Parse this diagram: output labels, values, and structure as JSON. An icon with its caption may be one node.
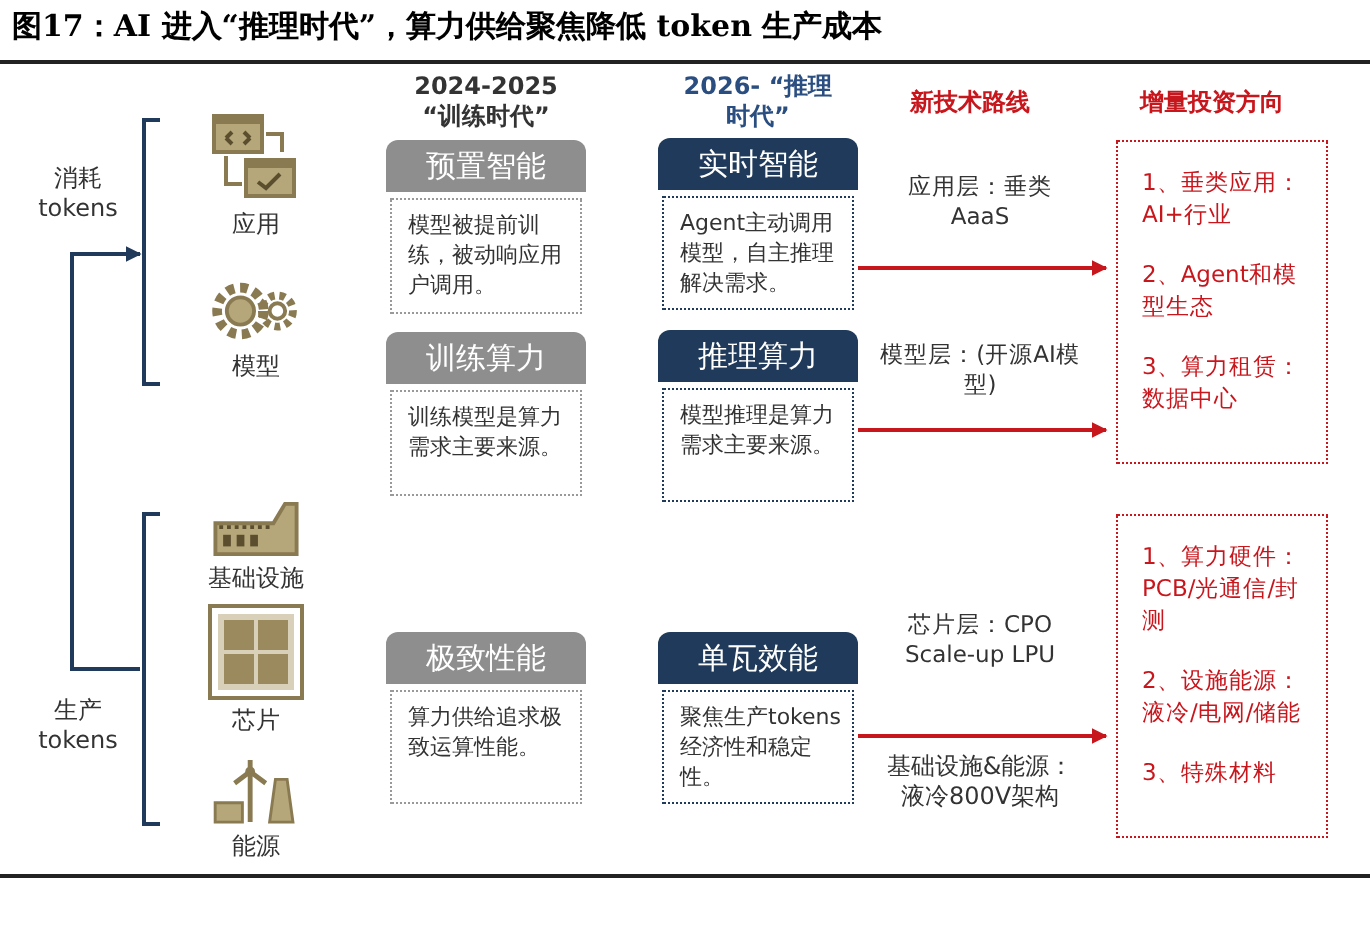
{
  "diagram": {
    "title": "图17：AI 进入“推理时代”，算力供给聚焦降低 token 生产成本",
    "nodes": [
      {
        "text": [],
        "shape": "bracket",
        "beside": [
          "消耗 tokens"
        ]
      },
      {
        "text": [
          "应用"
        ]
      },
      {
        "text": [
          "模型"
        ]
      },
      {
        "text": [],
        "shape": "bracket",
        "beside": [
          "生产 tokens"
        ]
      },
      {
        "text": [
          "基础设施"
        ]
      },
      {
        "text": [
          "芯片"
        ]
      },
      {
        "text": [
          "能源"
        ]
      },
      {
        "text": [
          "预置智能",
          "模型被提前训练，被动响应用户调用。"
        ]
      },
      {
        "text": [
          "训练算力",
          "训练模型是算力需求主要来源。"
        ]
      },
      {
        "text": [
          "极致性能",
          "算力供给追求极致运算性能。"
        ]
      },
      {
        "text": [
          "实时智能",
          "Agent主动调用模型，自主推理解决需求。"
        ]
      },
      {
        "text": [
          "推理算力",
          "模型推理是算力需求主要来源。"
        ]
      },
      {
        "text": [
          "单瓦效能",
          "聚焦生产tokens经济性和稳定性。"
        ]
      },
      {
        "text": [
          "1、垂类应用：AI+行业",
          "2、Agent和模型生态",
          "3、算力租赁：数据中心"
        ]
      },
      {
        "text": [
          "1、算力硬件：PCB/光通信/封测",
          "2、设施能源：液冷/电网/储能",
          "3、特殊材料"
        ]
      }
    ],
    "edges": [
      {
        "from": 3,
        "to": 0,
        "arrow": "to",
        "color": "#1f3a5a"
      },
      {
        "from": 10,
        "to": 13,
        "arrow": "to",
        "label": "应用层：垂类 AaaS"
      },
      {
        "from": 11,
        "to": 13,
        "arrow": "to",
        "label": "模型层：(开源AI模型)"
      },
      {
        "from": 12,
        "to": 14,
        "arrow": "to",
        "label": "芯片层：CPO Scale-up LPU"
      }
    ],
    "labels": [
      "2024-2025 “训练时代”",
      "2026- “推理时代”",
      "新技术路线",
      "增量投资方向",
      "基础设施&能源：液冷800V架构"
    ]
  }
}
